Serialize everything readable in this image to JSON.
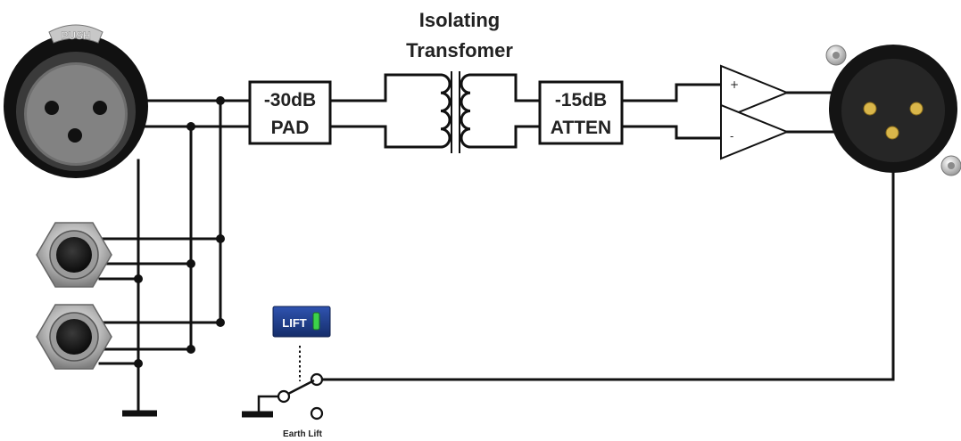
{
  "title": {
    "line1": "Isolating",
    "line2": "Transfomer"
  },
  "pad_box": {
    "line1": "-30dB",
    "line2": "PAD"
  },
  "atten_box": {
    "line1": "-15dB",
    "line2": "ATTEN"
  },
  "xlr_input": {
    "push_label": "PUSH"
  },
  "amplifier": {
    "plus_sign": "+",
    "minus_sign": "-"
  },
  "lift_switch": {
    "button_label": "LIFT",
    "indicator_color": "#3cd24a",
    "caption": "Earth Lift"
  },
  "colors": {
    "wire": "#111111",
    "xlr_out_pins": "#d9b64a",
    "lift_button_bg": "#1f3d8a"
  }
}
